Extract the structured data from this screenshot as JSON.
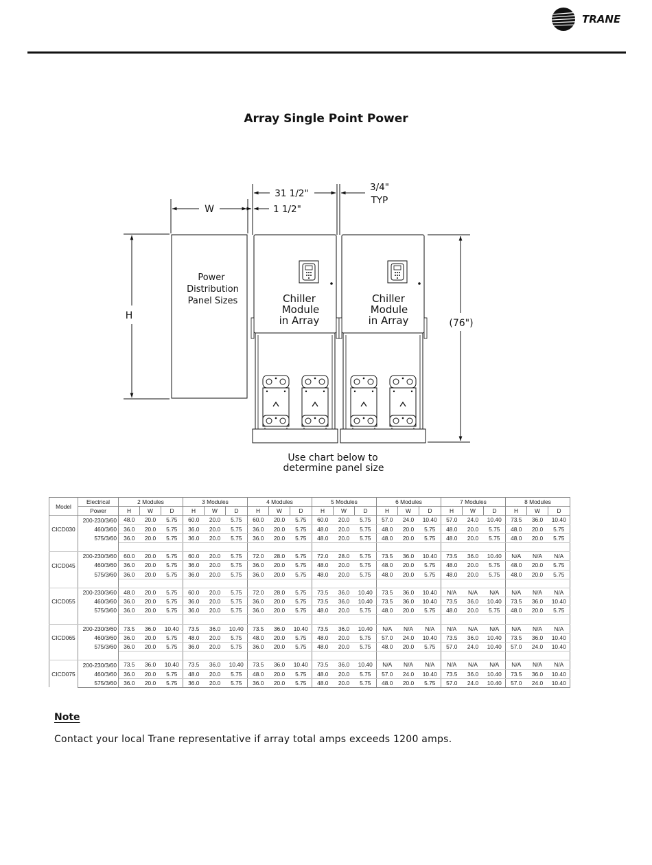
{
  "header": {
    "brand": "TRANE"
  },
  "title": "Array Single Point Power",
  "diagram": {
    "dim_width_label": "W",
    "dim_height_label": "H",
    "dim_module_width": "31 1/2\"",
    "dim_gap": "1 1/2\"",
    "dim_typ_line1": "3/4\"",
    "dim_typ_line2": "TYP",
    "dim_module_height": "(76\")",
    "panel_label": [
      "Power",
      "Distribution",
      "Panel Sizes"
    ],
    "module_label": [
      "Chiller",
      "Module",
      "in Array"
    ],
    "caption": [
      "Use chart below to",
      "determine panel size"
    ]
  },
  "table": {
    "col_model": "Model",
    "col_power_line1": "Electrical",
    "col_power_line2": "Power",
    "groups": [
      "2 Modules",
      "3 Modules",
      "4 Modules",
      "5 Modules",
      "6 Modules",
      "7 Modules",
      "8 Modules"
    ],
    "subcols": [
      "H",
      "W",
      "D"
    ],
    "voltages": [
      "200-230/3/60",
      "460/3/60",
      "575/3/60"
    ],
    "models": [
      {
        "name": "CICD030",
        "rows": [
          [
            "48.0",
            "20.0",
            "5.75",
            "60.0",
            "20.0",
            "5.75",
            "60.0",
            "20.0",
            "5.75",
            "60.0",
            "20.0",
            "5.75",
            "57.0",
            "24.0",
            "10.40",
            "57.0",
            "24.0",
            "10.40",
            "73.5",
            "36.0",
            "10.40"
          ],
          [
            "36.0",
            "20.0",
            "5.75",
            "36.0",
            "20.0",
            "5.75",
            "36.0",
            "20.0",
            "5.75",
            "48.0",
            "20.0",
            "5.75",
            "48.0",
            "20.0",
            "5.75",
            "48.0",
            "20.0",
            "5.75",
            "48.0",
            "20.0",
            "5.75"
          ],
          [
            "36.0",
            "20.0",
            "5.75",
            "36.0",
            "20.0",
            "5.75",
            "36.0",
            "20.0",
            "5.75",
            "48.0",
            "20.0",
            "5.75",
            "48.0",
            "20.0",
            "5.75",
            "48.0",
            "20.0",
            "5.75",
            "48.0",
            "20.0",
            "5.75"
          ]
        ]
      },
      {
        "name": "CICD045",
        "rows": [
          [
            "60.0",
            "20.0",
            "5.75",
            "60.0",
            "20.0",
            "5.75",
            "72.0",
            "28.0",
            "5.75",
            "72.0",
            "28.0",
            "5.75",
            "73.5",
            "36.0",
            "10.40",
            "73.5",
            "36.0",
            "10.40",
            "N/A",
            "N/A",
            "N/A"
          ],
          [
            "36.0",
            "20.0",
            "5.75",
            "36.0",
            "20.0",
            "5.75",
            "36.0",
            "20.0",
            "5.75",
            "48.0",
            "20.0",
            "5.75",
            "48.0",
            "20.0",
            "5.75",
            "48.0",
            "20.0",
            "5.75",
            "48.0",
            "20.0",
            "5.75"
          ],
          [
            "36.0",
            "20.0",
            "5.75",
            "36.0",
            "20.0",
            "5.75",
            "36.0",
            "20.0",
            "5.75",
            "48.0",
            "20.0",
            "5.75",
            "48.0",
            "20.0",
            "5.75",
            "48.0",
            "20.0",
            "5.75",
            "48.0",
            "20.0",
            "5.75"
          ]
        ]
      },
      {
        "name": "CICD055",
        "rows": [
          [
            "48.0",
            "20.0",
            "5.75",
            "60.0",
            "20.0",
            "5.75",
            "72.0",
            "28.0",
            "5.75",
            "73.5",
            "36.0",
            "10.40",
            "73.5",
            "36.0",
            "10.40",
            "N/A",
            "N/A",
            "N/A",
            "N/A",
            "N/A",
            "N/A"
          ],
          [
            "36.0",
            "20.0",
            "5.75",
            "36.0",
            "20.0",
            "5.75",
            "36.0",
            "20.0",
            "5.75",
            "73.5",
            "36.0",
            "10.40",
            "73.5",
            "36.0",
            "10.40",
            "73.5",
            "36.0",
            "10.40",
            "73.5",
            "36.0",
            "10.40"
          ],
          [
            "36.0",
            "20.0",
            "5.75",
            "36.0",
            "20.0",
            "5.75",
            "36.0",
            "20.0",
            "5.75",
            "48.0",
            "20.0",
            "5.75",
            "48.0",
            "20.0",
            "5.75",
            "48.0",
            "20.0",
            "5.75",
            "48.0",
            "20.0",
            "5.75"
          ]
        ]
      },
      {
        "name": "CICD065",
        "rows": [
          [
            "73.5",
            "36.0",
            "10.40",
            "73.5",
            "36.0",
            "10.40",
            "73.5",
            "36.0",
            "10.40",
            "73.5",
            "36.0",
            "10.40",
            "N/A",
            "N/A",
            "N/A",
            "N/A",
            "N/A",
            "N/A",
            "N/A",
            "N/A",
            "N/A"
          ],
          [
            "36.0",
            "20.0",
            "5.75",
            "48.0",
            "20.0",
            "5.75",
            "48.0",
            "20.0",
            "5.75",
            "48.0",
            "20.0",
            "5.75",
            "57.0",
            "24.0",
            "10.40",
            "73.5",
            "36.0",
            "10.40",
            "73.5",
            "36.0",
            "10.40"
          ],
          [
            "36.0",
            "20.0",
            "5.75",
            "36.0",
            "20.0",
            "5.75",
            "36.0",
            "20.0",
            "5.75",
            "48.0",
            "20.0",
            "5.75",
            "48.0",
            "20.0",
            "5.75",
            "57.0",
            "24.0",
            "10.40",
            "57.0",
            "24.0",
            "10.40"
          ]
        ]
      },
      {
        "name": "CICD075",
        "rows": [
          [
            "73.5",
            "36.0",
            "10.40",
            "73.5",
            "36.0",
            "10.40",
            "73.5",
            "36.0",
            "10.40",
            "73.5",
            "36.0",
            "10.40",
            "N/A",
            "N/A",
            "N/A",
            "N/A",
            "N/A",
            "N/A",
            "N/A",
            "N/A",
            "N/A"
          ],
          [
            "36.0",
            "20.0",
            "5.75",
            "48.0",
            "20.0",
            "5.75",
            "48.0",
            "20.0",
            "5.75",
            "48.0",
            "20.0",
            "5.75",
            "57.0",
            "24.0",
            "10.40",
            "73.5",
            "36.0",
            "10.40",
            "73.5",
            "36.0",
            "10.40"
          ],
          [
            "36.0",
            "20.0",
            "5.75",
            "36.0",
            "20.0",
            "5.75",
            "36.0",
            "20.0",
            "5.75",
            "48.0",
            "20.0",
            "5.75",
            "48.0",
            "20.0",
            "5.75",
            "57.0",
            "24.0",
            "10.40",
            "57.0",
            "24.0",
            "10.40"
          ]
        ]
      }
    ]
  },
  "note": {
    "heading": "Note",
    "text": "Contact your local Trane representative if array total amps exceeds 1200 amps."
  }
}
